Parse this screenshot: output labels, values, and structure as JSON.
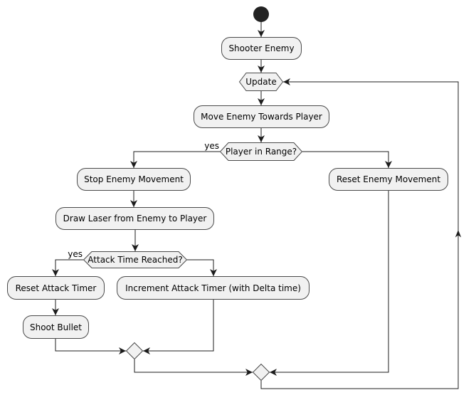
{
  "colors": {
    "background": "#ffffff",
    "node_fill": "#f1f1f1",
    "node_border": "#4a4a4a",
    "edge_color": "#1c1c1c",
    "text_color": "#000000",
    "start_node_fill": "#222222"
  },
  "nodes": {
    "shooter_enemy": "Shooter Enemy",
    "update": "Update",
    "move_enemy_towards_player": "Move Enemy Towards Player",
    "player_in_range": "Player in Range?",
    "stop_enemy_movement": "Stop Enemy Movement",
    "reset_enemy_movement": "Reset Enemy Movement",
    "draw_laser": "Draw Laser from Enemy to Player",
    "attack_time_reached": "Attack Time Reached?",
    "reset_attack_timer": "Reset Attack Timer",
    "increment_attack_timer": "Increment Attack Timer (with Delta time)",
    "shoot_bullet": "Shoot Bullet"
  },
  "edge_labels": {
    "player_in_range_yes": "yes",
    "attack_time_reached_yes": "yes"
  }
}
